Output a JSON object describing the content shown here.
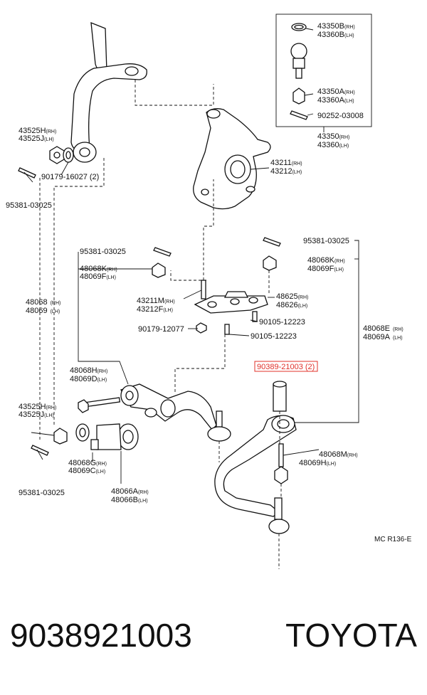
{
  "labels": {
    "l43350B": {
      "code": "43350B",
      "side": "(RH)"
    },
    "l43360B": {
      "code": "43360B",
      "side": "(LH)"
    },
    "l43350A": {
      "code": "43350A",
      "side": "(RH)"
    },
    "l43360A": {
      "code": "43360A",
      "side": "(LH)"
    },
    "l90252": {
      "code": "90252-03008",
      "side": ""
    },
    "l43350": {
      "code": "43350",
      "side": "(RH)"
    },
    "l43360": {
      "code": "43360",
      "side": "(LH)"
    },
    "l43211": {
      "code": "43211",
      "side": "(RH)"
    },
    "l43212": {
      "code": "43212",
      "side": "(LH)"
    },
    "l43525H_top": {
      "code": "43525H",
      "side": "(RH)"
    },
    "l43525J_top": {
      "code": "43525J",
      "side": "(LH)"
    },
    "l90179_16027": {
      "code": "90179-16027 (2)",
      "side": ""
    },
    "l95381_top": {
      "code": "95381-03025",
      "side": ""
    },
    "l95381_right": {
      "code": "95381-03025",
      "side": ""
    },
    "l95381_mid": {
      "code": "95381-03025",
      "side": ""
    },
    "l48068K_right": {
      "code": "48068K",
      "side": "(RH)"
    },
    "l48069F_right": {
      "code": "48069F",
      "side": "(LH)"
    },
    "l48068K_mid": {
      "code": "48068K",
      "side": "(RH)"
    },
    "l48069F_mid": {
      "code": "48069F",
      "side": "(LH)"
    },
    "l48068": {
      "code": "48068",
      "side": "(RH)"
    },
    "l48069": {
      "code": "48069",
      "side": "(LH)"
    },
    "l43211M": {
      "code": "43211M",
      "side": "(RH)"
    },
    "l43212F": {
      "code": "43212F",
      "side": "(LH)"
    },
    "l48625": {
      "code": "48625",
      "side": "(RH)"
    },
    "l48626": {
      "code": "48626",
      "side": "(LH)"
    },
    "l90105_a": {
      "code": "90105-12223",
      "side": ""
    },
    "l90105_b": {
      "code": "90105-12223",
      "side": ""
    },
    "l90179_12077": {
      "code": "90179-12077",
      "side": ""
    },
    "l48068E": {
      "code": "48068E",
      "side": "(RH)"
    },
    "l48069A": {
      "code": "48069A",
      "side": "(LH)"
    },
    "l90389": {
      "code": "90389-21003 (2)",
      "side": ""
    },
    "l48068H": {
      "code": "48068H",
      "side": "(RH)"
    },
    "l48069D": {
      "code": "48069D",
      "side": "(LH)"
    },
    "l43525H_bot": {
      "code": "43525H",
      "side": "(RH)"
    },
    "l43525J_bot": {
      "code": "43525J",
      "side": "(LH)"
    },
    "l95381_bot": {
      "code": "95381-03025",
      "side": ""
    },
    "l48068G": {
      "code": "48068G",
      "side": "(RH)"
    },
    "l48069C": {
      "code": "48069C",
      "side": "(LH)"
    },
    "l48066A": {
      "code": "48066A",
      "side": "(RH)"
    },
    "l48066B": {
      "code": "48066B",
      "side": "(LH)"
    },
    "l48068M": {
      "code": "48068M",
      "side": "(RH)"
    },
    "l48069H": {
      "code": "48069H",
      "side": "(LH)"
    }
  },
  "highlight": {
    "code": "90389-21003 (2)",
    "color": "#e0302a"
  },
  "diagram_code": "MC R136-E",
  "footer": {
    "part_number": "9038921003",
    "brand": "TOYOTA"
  }
}
